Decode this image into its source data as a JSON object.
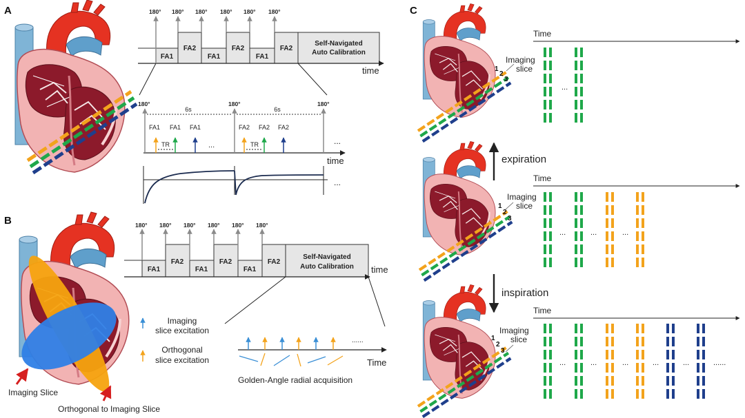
{
  "panels": {
    "a": "A",
    "b": "B",
    "c": "C"
  },
  "pulse": {
    "inv": "180°",
    "fa1": "FA1",
    "fa2": "FA2",
    "calib_line1": "Self-Navigated",
    "calib_line2": "Auto Calibration",
    "time": "time",
    "interval": "6s",
    "tr": "TR",
    "ellipsis": "...",
    "ellipsis_long": "......"
  },
  "panel_b": {
    "legend_imaging_1": "Imaging",
    "legend_imaging_2": "slice excitation",
    "legend_orth_1": "Orthogonal",
    "legend_orth_2": "slice excitation",
    "time": "Time",
    "caption": "Golden-Angle radial acquisition",
    "label_imaging": "Imaging Slice",
    "label_orth": "Orthogonal to Imaging Slice"
  },
  "panel_c": {
    "time": "Time",
    "imaging_1": "Imaging",
    "imaging_2": "slice",
    "n1": "1",
    "n2": "2",
    "n3": "3",
    "expiration": "expiration",
    "inspiration": "inspiration",
    "dots": "..."
  },
  "colors": {
    "green": "#1fa84a",
    "orange": "#f3a31c",
    "navy": "#1f3f8c",
    "blue": "#3a8fd6",
    "box_fill": "#e6e6e6",
    "heart_red": "#e53222",
    "vessel_blue": "#7fb4d6",
    "myocardium": "#f2b3b3"
  }
}
